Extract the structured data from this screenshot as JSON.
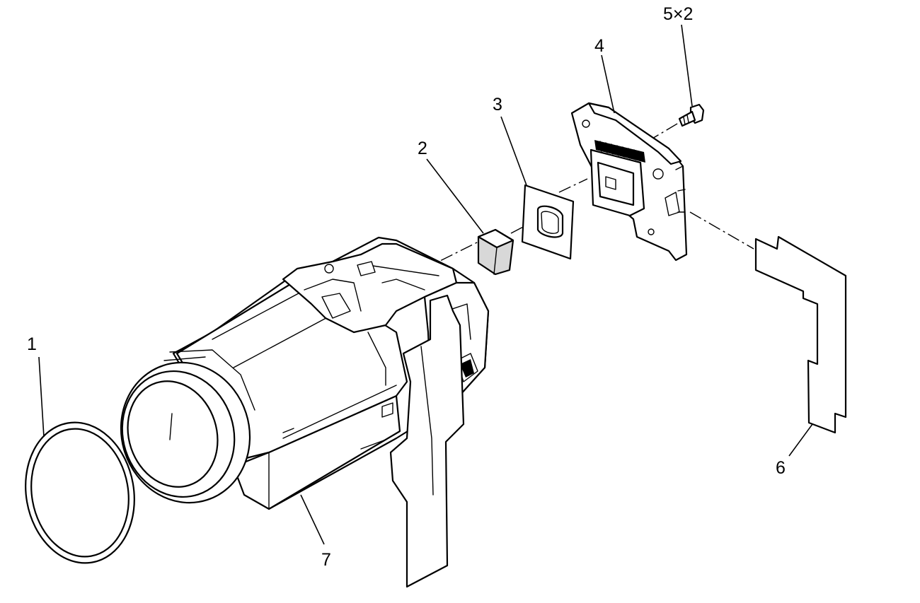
{
  "callouts": {
    "c1": "1",
    "c2": "2",
    "c3": "3",
    "c4": "4",
    "c5": "5×2",
    "c6": "6",
    "c7": "7"
  }
}
